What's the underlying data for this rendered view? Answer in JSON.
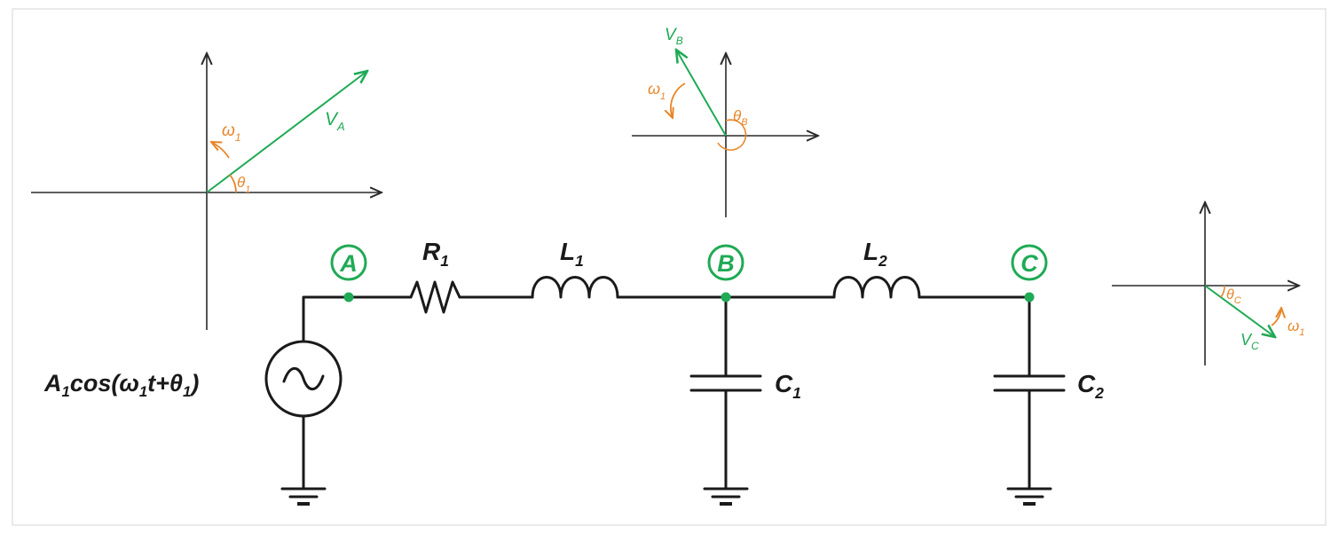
{
  "colors": {
    "wire": "#1a1a1a",
    "node": "#1faa55",
    "phasor": "#1faa55",
    "angle": "#e8862a",
    "frame": "#d0d0d0"
  },
  "source": {
    "label_main": "A",
    "label_sub1": "1",
    "label_mid1": "cos(ω",
    "label_sub2": "1",
    "label_mid2": "t+θ",
    "label_sub3": "1",
    "label_end": ")",
    "symbol": "~"
  },
  "nodes": [
    {
      "id": "A",
      "label": "A"
    },
    {
      "id": "B",
      "label": "B"
    },
    {
      "id": "C",
      "label": "C"
    }
  ],
  "components": {
    "R1": {
      "main": "R",
      "sub": "1"
    },
    "L1": {
      "main": "L",
      "sub": "1"
    },
    "L2": {
      "main": "L",
      "sub": "2"
    },
    "C1": {
      "main": "C",
      "sub": "1"
    },
    "C2": {
      "main": "C",
      "sub": "2"
    }
  },
  "phasors": {
    "A": {
      "v_main": "V",
      "v_sub": "A",
      "omega_main": "ω",
      "omega_sub": "1",
      "theta_main": "θ",
      "theta_sub": "1",
      "angle_deg": 32
    },
    "B": {
      "v_main": "V",
      "v_sub": "B",
      "omega_main": "ω",
      "omega_sub": "1",
      "theta_main": "θ",
      "theta_sub": "B",
      "angle_deg": 118
    },
    "C": {
      "v_main": "V",
      "v_sub": "C",
      "omega_main": "ω",
      "omega_sub": "1",
      "theta_main": "θ",
      "theta_sub": "C",
      "angle_deg": -31
    }
  }
}
